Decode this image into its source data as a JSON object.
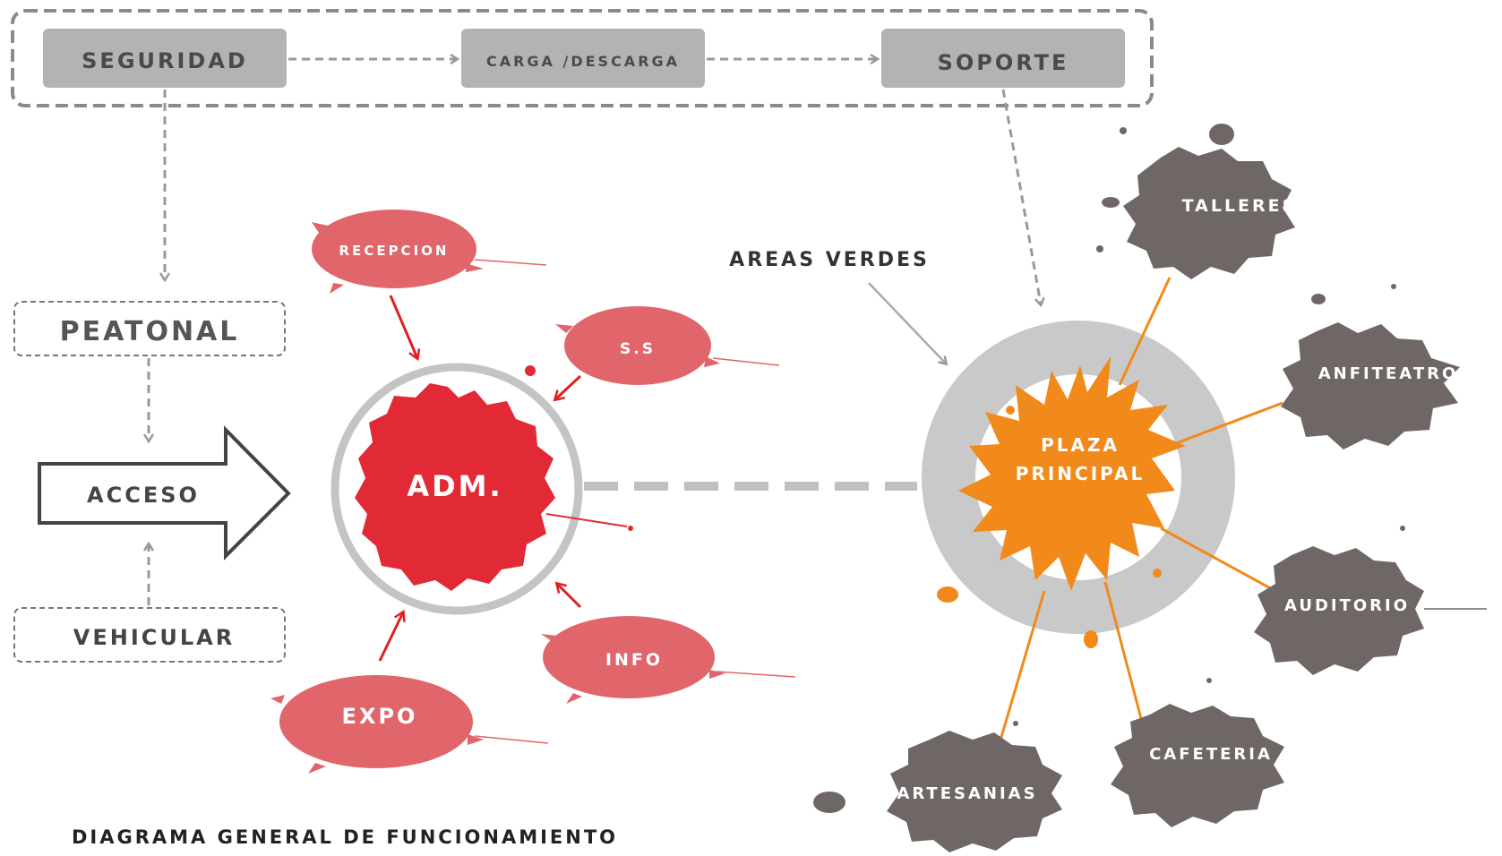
{
  "top_bar": {
    "seguridad": "SEGURIDAD",
    "carga": "CARGA /DESCARGA",
    "soporte": "SOPORTE"
  },
  "left_flow": {
    "peatonal": "PEATONAL",
    "acceso": "ACCESO",
    "vehicular": "VEHICULAR"
  },
  "admin_cluster": {
    "center": "ADM.",
    "satellites": {
      "recepcion": "RECEPCION",
      "ss": "S.S",
      "info": "INFO",
      "expo": "EXPO"
    }
  },
  "areas_verdes": "AREAS VERDES",
  "plaza": {
    "line1": "PLAZA",
    "line2": "PRINCIPAL"
  },
  "activities": {
    "talleres": "TALLERES",
    "anfiteatro": "ANFITEATRO",
    "auditorio": "AUDITORIO",
    "cafeteria": "CAFETERIA",
    "artesanias": "ARTESANIAS"
  },
  "caption": "DIAGRAMA GENERAL DE FUNCIONAMIENTO",
  "colors": {
    "gray_box": "#b3b3b3",
    "red_main": "#e22a36",
    "red_light": "#e0666b",
    "orange": "#f18a1a",
    "dark_gray": "#6e6766",
    "arrow_red": "#e02020"
  }
}
